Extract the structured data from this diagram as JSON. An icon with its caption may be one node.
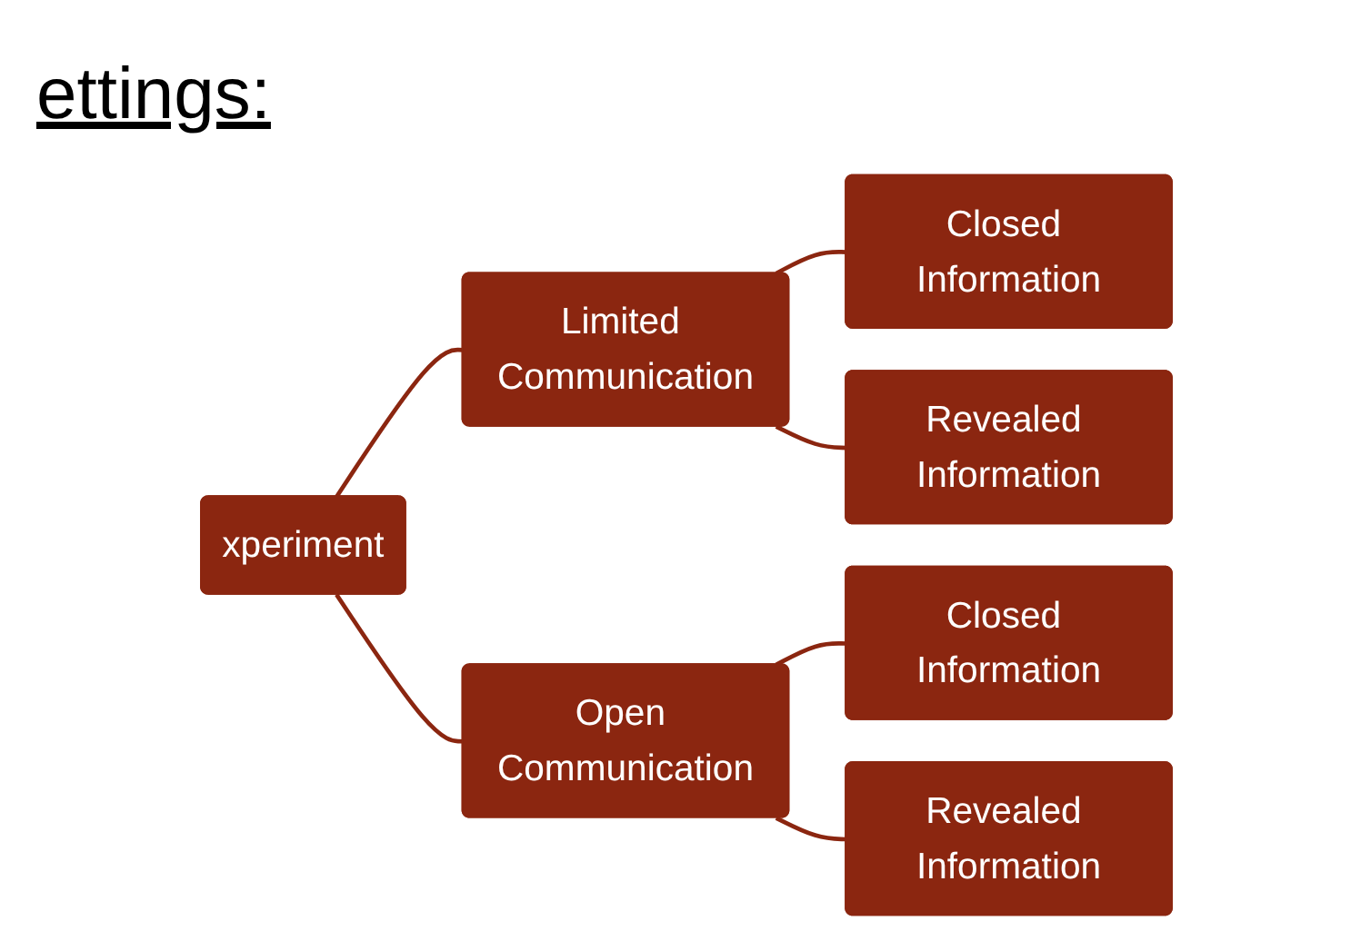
{
  "diagram": {
    "nodes": [
      {
        "text": [
          "xperiment"
        ]
      },
      {
        "text": [
          "Limited Communication"
        ]
      },
      {
        "text": [
          "Open Communication"
        ]
      },
      {
        "text": [
          "Closed Information"
        ]
      },
      {
        "text": [
          "Revealed Information"
        ]
      },
      {
        "text": [
          "Closed Information"
        ]
      },
      {
        "text": [
          "Revealed Information"
        ]
      }
    ],
    "edges": [
      {
        "from": 0,
        "to": 1,
        "arrow": "none"
      },
      {
        "from": 0,
        "to": 2,
        "arrow": "none"
      },
      {
        "from": 1,
        "to": 3,
        "arrow": "none"
      },
      {
        "from": 1,
        "to": 4,
        "arrow": "none"
      },
      {
        "from": 2,
        "to": 5,
        "arrow": "none"
      },
      {
        "from": 2,
        "to": 6,
        "arrow": "none"
      }
    ],
    "labels": [
      "ettings:"
    ]
  }
}
